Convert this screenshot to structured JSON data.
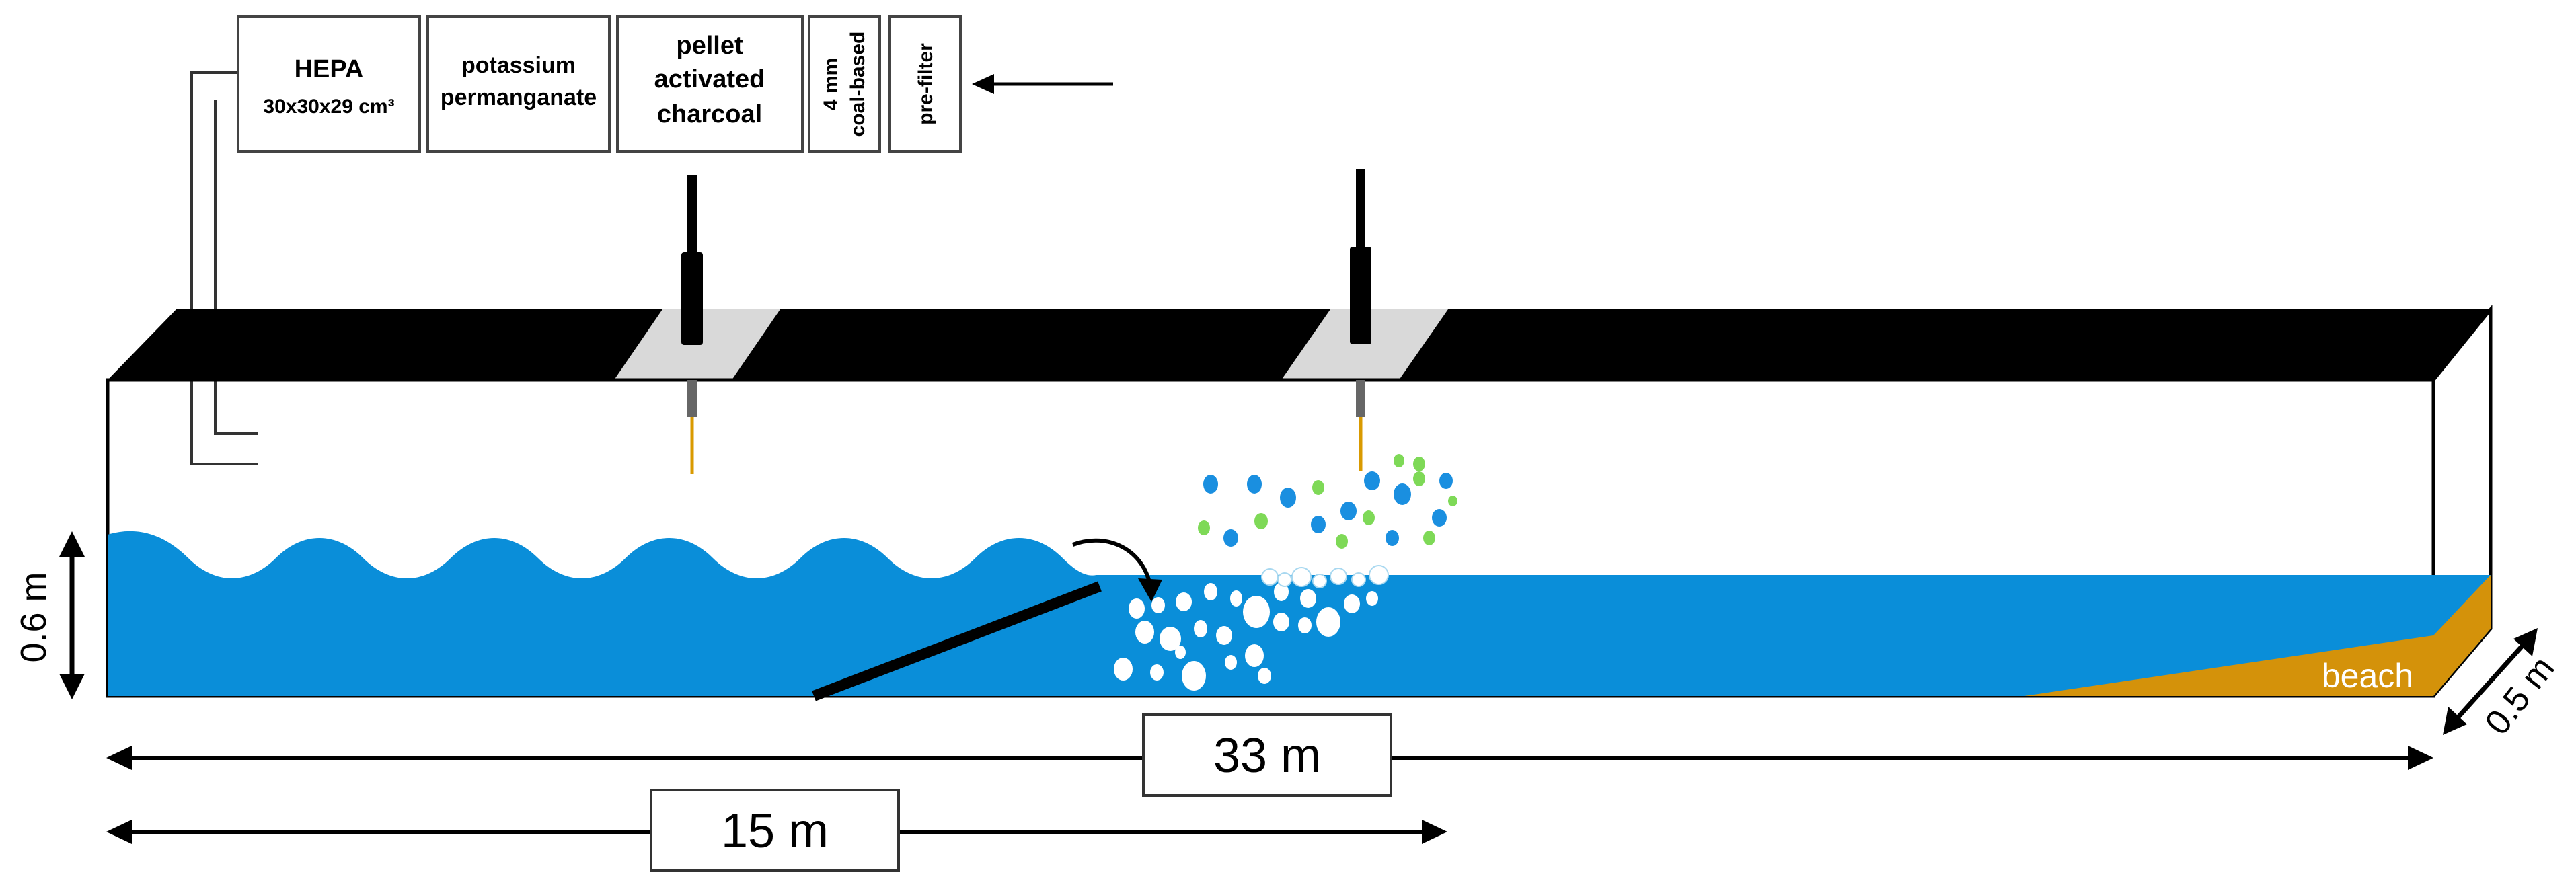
{
  "filters": {
    "hepa_title": "HEPA",
    "hepa_size": "30x30x29 cm³",
    "potassium_line1": "potassium",
    "potassium_line2": "permanganate",
    "pellet_line1": "pellet",
    "pellet_line2": "activated",
    "pellet_line3": "charcoal",
    "coal_line1": "4 mm",
    "coal_line2": "coal-based",
    "prefilter": "pre-filter"
  },
  "tank": {
    "beach_label": "beach",
    "height_label": "0.6 m",
    "width_label": "0.5 m"
  },
  "dimensions": {
    "length_total": "33 m",
    "length_partial": "15 m"
  },
  "colors": {
    "water": "#0a8ed9",
    "beach": "#d4920a",
    "lid": "#000000",
    "sensor_window": "#d9d9d9",
    "probe_tip": "#d99a00",
    "bubble_white": "#ffffff",
    "aerosol_blue": "#1a8fe0",
    "aerosol_green": "#7ed957"
  }
}
